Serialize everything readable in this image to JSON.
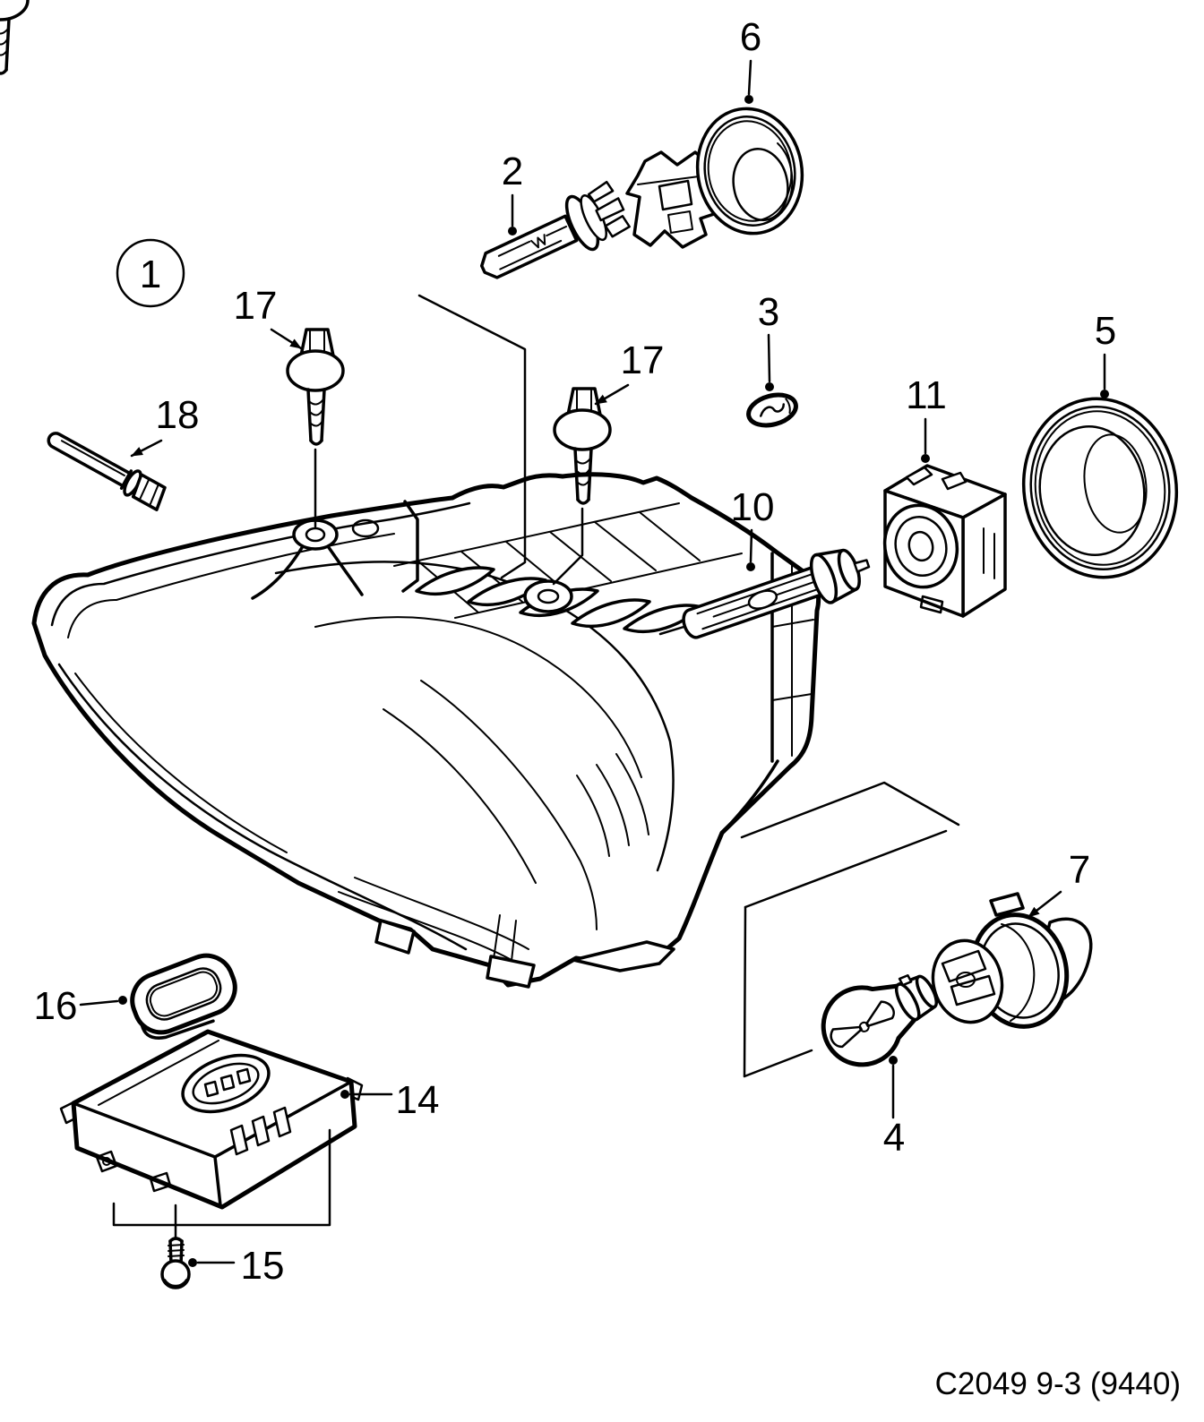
{
  "figure": {
    "code": "C2049 9-3 (9440)"
  },
  "callouts": {
    "c1": "1",
    "c2": "2",
    "c3": "3",
    "c4": "4",
    "c5": "5",
    "c6": "6",
    "c7": "7",
    "c10": "10",
    "c11": "11",
    "c14": "14",
    "c15": "15",
    "c16": "16",
    "c17a": "17",
    "c17b": "17",
    "c18": "18"
  }
}
